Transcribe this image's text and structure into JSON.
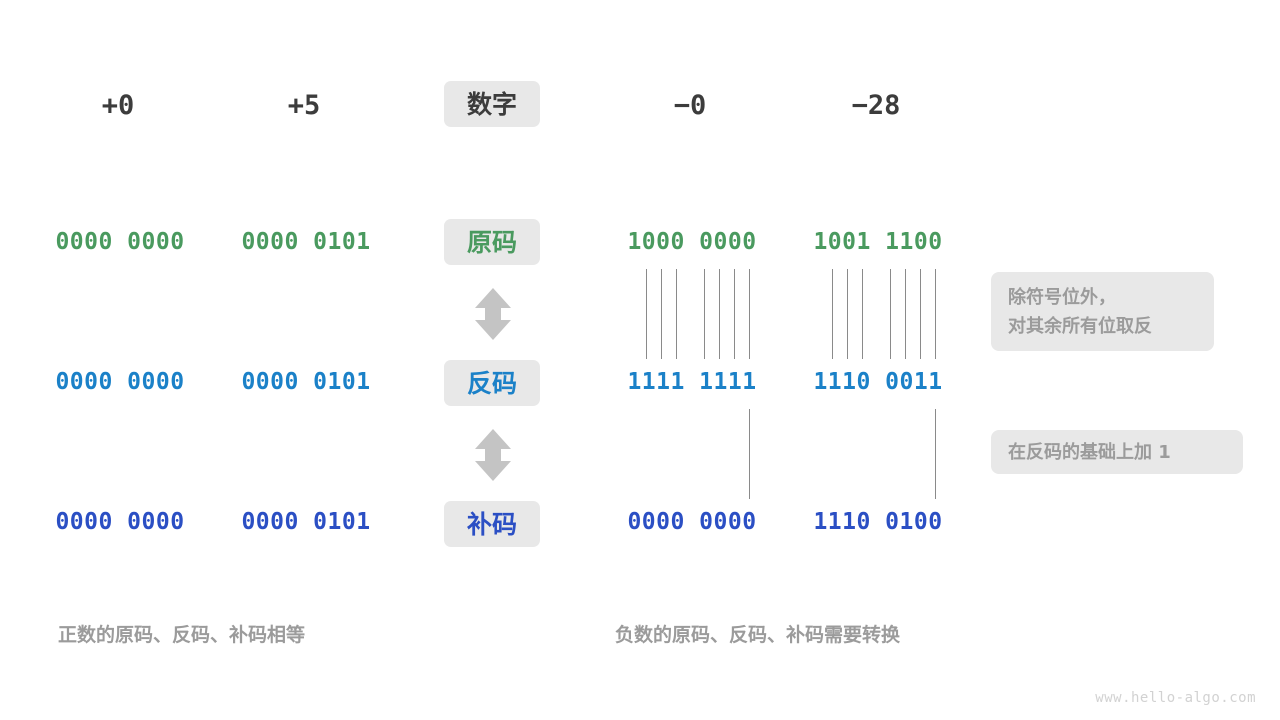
{
  "diagram": {
    "title_watermark": "www.hello-algo.com",
    "row_labels": [
      {
        "key": "number",
        "text": "数字",
        "style": "dark"
      },
      {
        "key": "sign_mag",
        "text": "原码",
        "style": "green"
      },
      {
        "key": "ones_comp",
        "text": "反码",
        "style": "blue"
      },
      {
        "key": "twos_comp",
        "text": "补码",
        "style": "indigo"
      }
    ],
    "columns": [
      {
        "key": "pos_zero",
        "header": "+0"
      },
      {
        "key": "pos_five",
        "header": "+5"
      },
      {
        "key": "neg_zero",
        "header": "−0"
      },
      {
        "key": "neg_28",
        "header": "−28"
      }
    ],
    "rows": {
      "sign_mag": {
        "pos_zero": "0000 0000",
        "pos_five": "0000 0101",
        "neg_zero": "1000 0000",
        "neg_28": "1001 1100"
      },
      "ones_comp": {
        "pos_zero": "0000 0000",
        "pos_five": "0000 0101",
        "neg_zero": "1111 1111",
        "neg_28": "1110 0011"
      },
      "twos_comp": {
        "pos_zero": "0000 0000",
        "pos_five": "0000 0101",
        "neg_zero": "0000 0000",
        "neg_28": "1110 0100"
      }
    },
    "notes": [
      {
        "key": "invert",
        "lines": [
          "除符号位外，",
          "对其余所有位取反"
        ]
      },
      {
        "key": "plus_one",
        "lines": [
          "在反码的基础上加 1"
        ]
      }
    ],
    "captions": [
      {
        "key": "positive",
        "text": "正数的原码、反码、补码相等"
      },
      {
        "key": "negative",
        "text": "负数的原码、反码、补码需要转换"
      }
    ],
    "colors": {
      "green": "#4a9a5f",
      "blue": "#1b81c8",
      "indigo": "#2b4fc4",
      "dark": "#3c3c3c",
      "muted": "#9b9b9b",
      "pill_bg": "#e8e8e8",
      "rule": "#8a8a8a",
      "arrow": "#c4c4c4"
    }
  }
}
